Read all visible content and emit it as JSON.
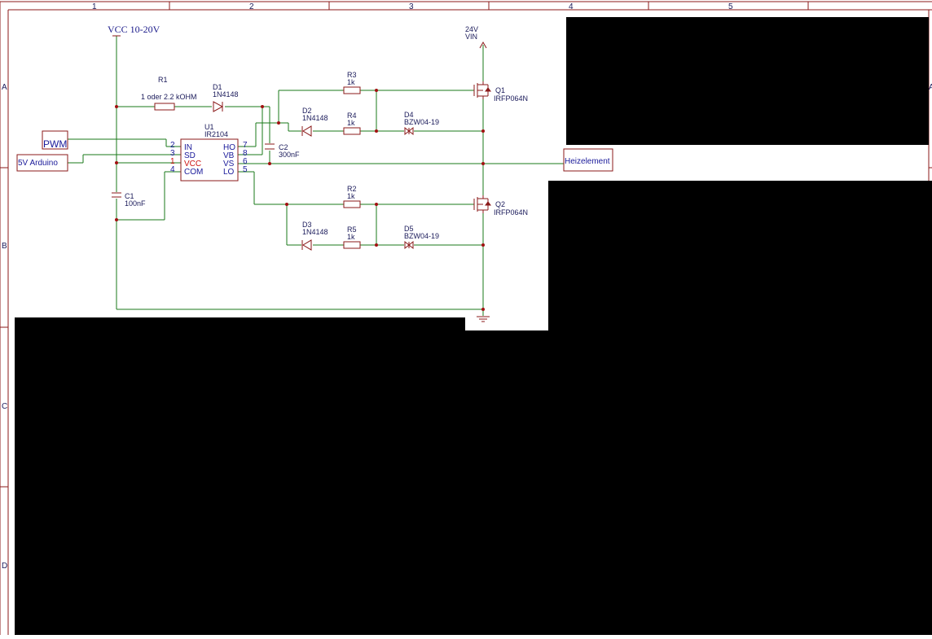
{
  "frame": {
    "columns": [
      "1",
      "2",
      "3",
      "4",
      "5"
    ],
    "rows": [
      "A",
      "B",
      "C",
      "D"
    ]
  },
  "supply": {
    "vcc_label": "VCC 10-20V",
    "vin_voltage": "24V",
    "vin_label": "VIN"
  },
  "ports": {
    "pwm": "PWM",
    "arduino": "5V Arduino",
    "heater": "Heizelement"
  },
  "ic": {
    "ref": "U1",
    "part": "IR2104",
    "left_pins": [
      {
        "num": "2",
        "name": "IN"
      },
      {
        "num": "3",
        "name": "SD"
      },
      {
        "num": "1",
        "name": "VCC"
      },
      {
        "num": "4",
        "name": "COM"
      }
    ],
    "right_pins": [
      {
        "num": "7",
        "name": "HO"
      },
      {
        "num": "8",
        "name": "VB"
      },
      {
        "num": "6",
        "name": "VS"
      },
      {
        "num": "5",
        "name": "LO"
      }
    ]
  },
  "components": {
    "r1": {
      "ref": "R1",
      "value": "1 oder 2.2 kOHM"
    },
    "d1": {
      "ref": "D1",
      "value": "1N4148"
    },
    "d2": {
      "ref": "D2",
      "value": "1N4148"
    },
    "d3": {
      "ref": "D3",
      "value": "1N4148"
    },
    "r2": {
      "ref": "R2",
      "value": "1k"
    },
    "r3": {
      "ref": "R3",
      "value": "1k"
    },
    "r4": {
      "ref": "R4",
      "value": "1k"
    },
    "r5": {
      "ref": "R5",
      "value": "1k"
    },
    "d4": {
      "ref": "D4",
      "value": "BZW04-19"
    },
    "d5": {
      "ref": "D5",
      "value": "BZW04-19"
    },
    "c1": {
      "ref": "C1",
      "value": "100nF"
    },
    "c2": {
      "ref": "C2",
      "value": "300nF"
    },
    "q1": {
      "ref": "Q1",
      "value": "IRFP064N"
    },
    "q2": {
      "ref": "Q2",
      "value": "IRFP064N"
    }
  }
}
